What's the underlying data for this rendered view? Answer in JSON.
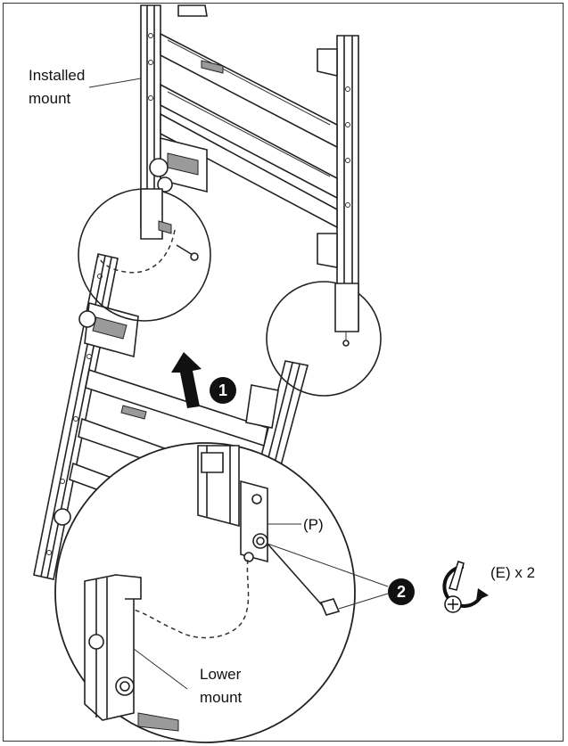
{
  "labels": {
    "installed_mount": [
      "Installed",
      "mount"
    ],
    "lower_mount": [
      "Lower",
      "mount"
    ],
    "part_p": "(P)",
    "screw_e": "(E) x 2"
  },
  "steps": {
    "step1": "1",
    "step2": "2"
  },
  "icons": {
    "lift_arrow": "arrow-up-icon",
    "screwdriver": "screwdriver-rotate-icon"
  }
}
